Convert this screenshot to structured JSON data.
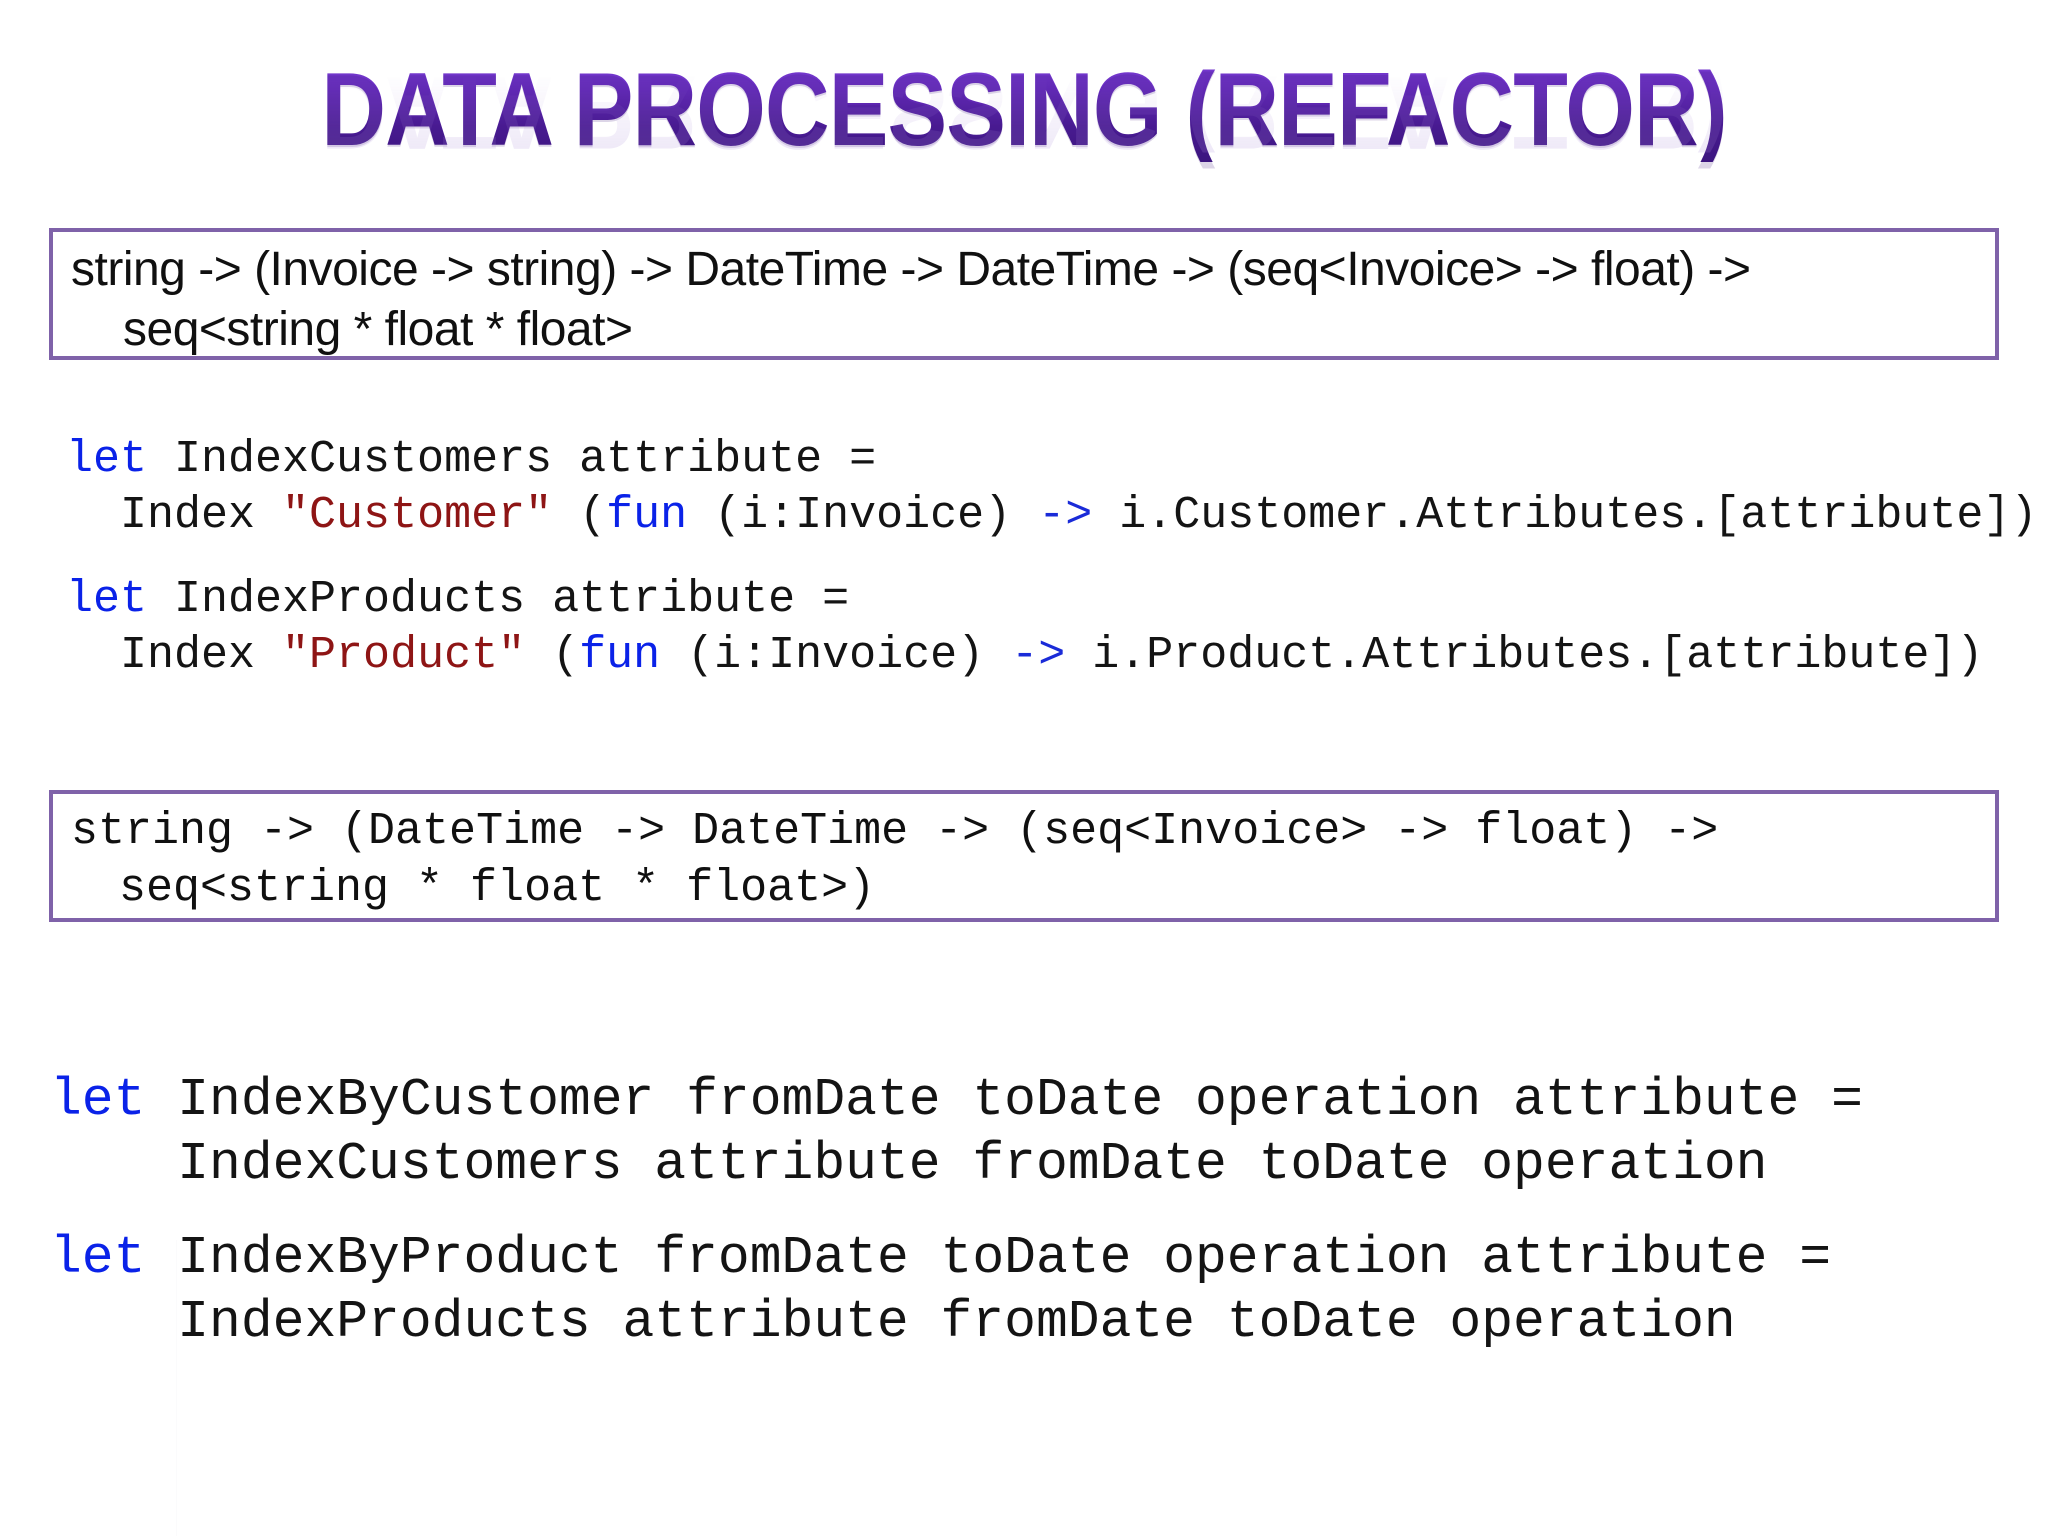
{
  "slide": {
    "title": "DATA PROCESSING (REFACTOR)",
    "title_color": "#5A22A8",
    "background_color": "#FFFFFF",
    "box_border_color": "#7F62A9"
  },
  "signature_box_top": {
    "lines": [
      "string -> (Invoice -> string) -> DateTime -> DateTime -> (seq<Invoice> -> float) ->",
      "seq<string * float * float>"
    ]
  },
  "signature_box_bottom": {
    "lines": [
      "string -> (DateTime -> DateTime -> (seq<Invoice> -> float) ->",
      "seq<string * float * float>)"
    ]
  },
  "code_top": {
    "syntax_colors": {
      "keyword": "#0A22E8",
      "string": "#8E1515",
      "arrow": "#1A2BD8",
      "plain": "#141414"
    },
    "lines": [
      {
        "tokens": [
          {
            "t": "let",
            "c": "kw"
          },
          {
            "t": " IndexCustomers attribute =",
            "c": "plain"
          }
        ]
      },
      {
        "tokens": [
          {
            "t": "  Index ",
            "c": "plain"
          },
          {
            "t": "\"Customer\"",
            "c": "str"
          },
          {
            "t": " (",
            "c": "plain"
          },
          {
            "t": "fun",
            "c": "kw"
          },
          {
            "t": " (i:Invoice) ",
            "c": "plain"
          },
          {
            "t": "->",
            "c": "arr"
          },
          {
            "t": " i.Customer.Attributes.[attribute])",
            "c": "plain"
          }
        ]
      },
      {
        "blank": true
      },
      {
        "tokens": [
          {
            "t": "let",
            "c": "kw"
          },
          {
            "t": " IndexProducts attribute =",
            "c": "plain"
          }
        ]
      },
      {
        "tokens": [
          {
            "t": "  Index ",
            "c": "plain"
          },
          {
            "t": "\"Product\"",
            "c": "str"
          },
          {
            "t": " (",
            "c": "plain"
          },
          {
            "t": "fun",
            "c": "kw"
          },
          {
            "t": " (i:Invoice) ",
            "c": "plain"
          },
          {
            "t": "->",
            "c": "arr"
          },
          {
            "t": " i.Product.Attributes.[attribute])",
            "c": "plain"
          }
        ]
      }
    ]
  },
  "code_bottom": {
    "lines": [
      {
        "tokens": [
          {
            "t": "let",
            "c": "kw"
          },
          {
            "t": " IndexByCustomer fromDate toDate operation attribute =",
            "c": "plain"
          }
        ]
      },
      {
        "tokens": [
          {
            "t": "    IndexCustomers attribute fromDate toDate operation",
            "c": "plain"
          }
        ]
      },
      {
        "blank": true
      },
      {
        "tokens": [
          {
            "t": "let",
            "c": "kw"
          },
          {
            "t": " IndexByProduct fromDate toDate operation attribute =",
            "c": "plain"
          }
        ]
      },
      {
        "tokens": [
          {
            "t": "    IndexProducts attribute fromDate toDate operation",
            "c": "plain"
          }
        ]
      }
    ]
  }
}
